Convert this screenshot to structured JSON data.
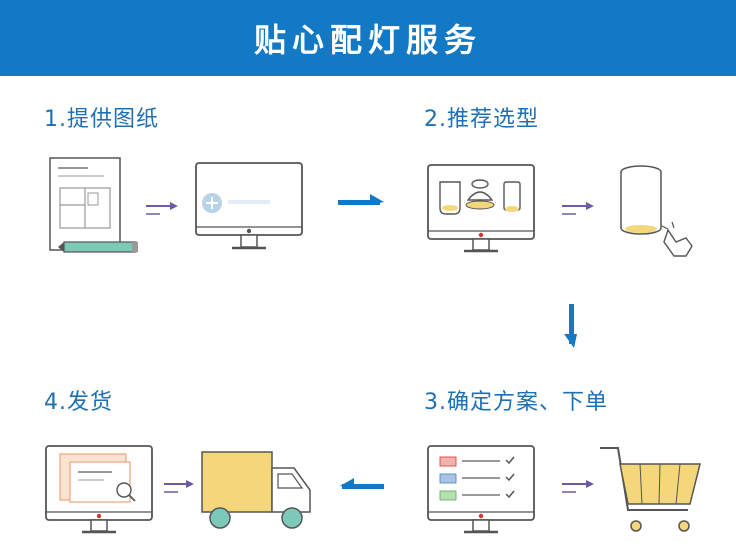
{
  "header": {
    "title": "贴心配灯服务"
  },
  "steps": [
    {
      "label": "1.提供图纸"
    },
    {
      "label": "2.推荐选型"
    },
    {
      "label": "3.确定方案、下单"
    },
    {
      "label": "4.发货"
    }
  ],
  "colors": {
    "header_bg": "#1479c4",
    "step_text": "#1f6fb3",
    "flow_arrow": "#1479c4",
    "small_arrow": "#6d5aa6",
    "truck_box": "#f3d77a",
    "truck_wheel": "#7cc9b8",
    "cart_fill": "#f3d77a",
    "power_dot": "#d9342b"
  },
  "icons": [
    "blueprint-icon",
    "pencil-icon",
    "monitor-icon",
    "downlight-icon",
    "cylinder-lamp-icon",
    "hand-pointer-icon",
    "checklist-icon",
    "shopping-cart-icon",
    "truck-icon",
    "document-search-icon",
    "arrow-icon"
  ]
}
